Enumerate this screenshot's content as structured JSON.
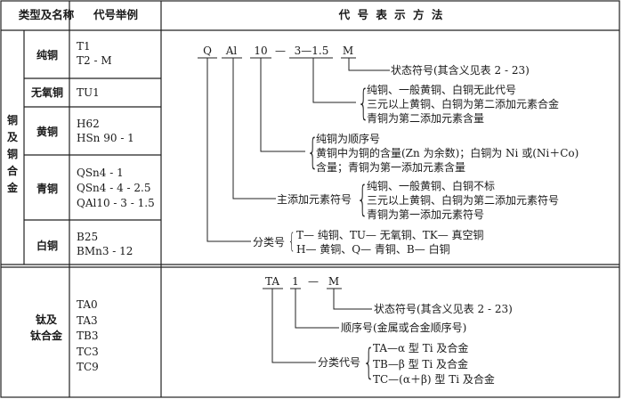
{
  "header": {
    "type_name": "类型及名称",
    "code_example": "代号举例",
    "notation": "代 号 表 示 方 法"
  },
  "copper": {
    "group_label": [
      "铜",
      "及",
      "铜",
      "合",
      "金"
    ],
    "rows": [
      {
        "name": "纯铜",
        "codes": [
          "T1",
          "T2 - M"
        ]
      },
      {
        "name": "无氧铜",
        "codes": [
          "TU1"
        ]
      },
      {
        "name": "黄铜",
        "codes": [
          "H62",
          "HSn 90 - 1"
        ]
      },
      {
        "name": "青铜",
        "codes": [
          "QSn4 - 1",
          "QSn4 - 4 - 2.5",
          "QAl10 - 3 - 1.5"
        ]
      },
      {
        "name": "白铜",
        "codes": [
          "B25",
          "BMn3 - 12"
        ]
      }
    ],
    "diagram": {
      "parts": [
        "Q",
        "Al",
        "10",
        "—",
        "3—1.5",
        "M"
      ],
      "state": "状态符号(其含义见表 2 - 23)",
      "second": [
        "纯铜、一般黄铜、白铜无此代号",
        "三元以上黄铜、白铜为第二添加元素合金",
        "青铜为第二添加元素含量"
      ],
      "first": [
        "纯铜为顺序号",
        "黄铜中为铜的含量(Zn 为余数)；白铜为 Ni 或(Ni＋Co)",
        "含量；青铜为第一添加元素含量"
      ],
      "main_label": "主添加元素符号",
      "main": [
        "纯铜、一般黄铜、白铜不标",
        "三元以上黄铜、白铜为第二添加元素符号",
        "青铜为第一添加元素符号"
      ],
      "class_label": "分类号",
      "classes": [
        "T— 纯铜、TU— 无氧铜、TK— 真空铜",
        "H— 黄铜、Q— 青铜、B— 白铜"
      ]
    }
  },
  "titanium": {
    "name_lines": [
      "钛及",
      "钛合金"
    ],
    "codes": [
      "TA0",
      "TA3",
      "TB3",
      "TC3",
      "TC9"
    ],
    "diagram": {
      "parts": [
        "TA",
        "1",
        "—",
        "M"
      ],
      "state": "状态符号(其含义见表 2 - 23)",
      "seq": "顺序号(金属或合金顺序号)",
      "class_label": "分类代号",
      "classes": [
        "TA—α 型 Ti 及合金",
        "TB—β 型 Ti 及合金",
        "TC—(α＋β) 型 Ti 及合金"
      ]
    }
  }
}
